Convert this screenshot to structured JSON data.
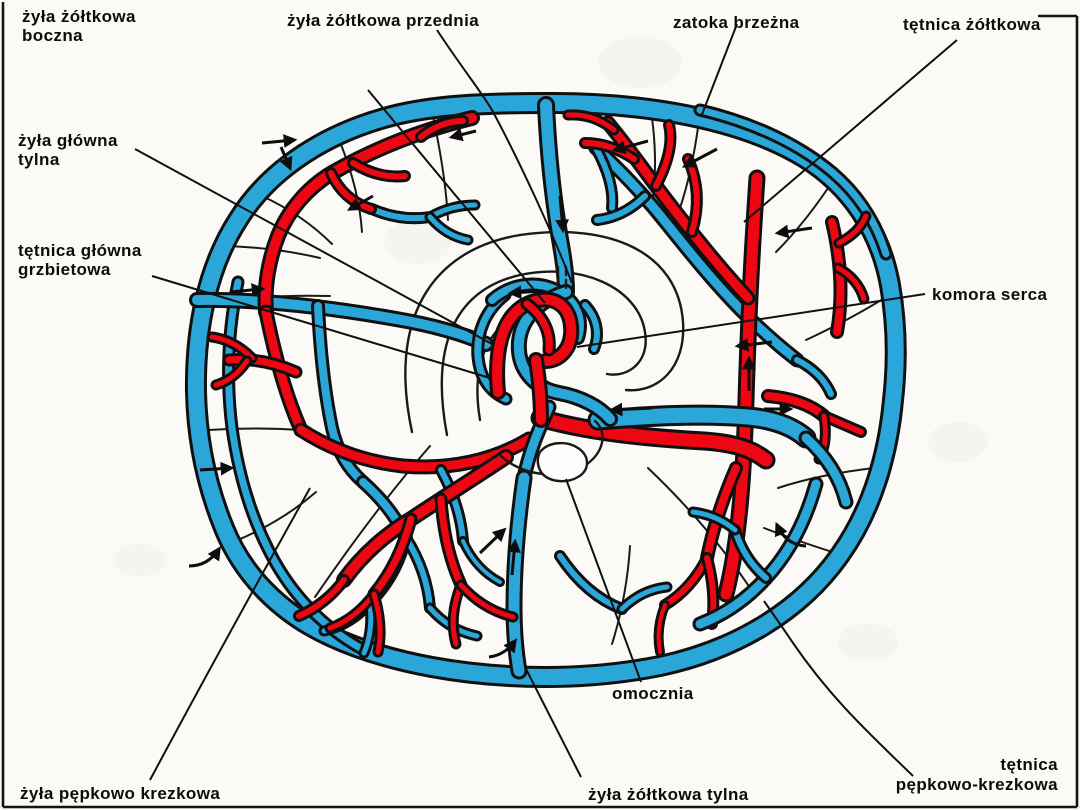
{
  "colors": {
    "artery_red": "#ee0712",
    "vein_blue": "#2aa7d8",
    "ink_black": "#101010",
    "background": "#fbfaf6"
  },
  "labels": {
    "zyla_zoltkowa_boczna_line1": "żyła żółtkowa",
    "zyla_zoltkowa_boczna_line2": "boczna",
    "zyla_zoltkowa_przednia": "żyła żółtkowa przednia",
    "zatoka_brzezna": "zatoka brzeżna",
    "tetnica_zoltkowa": "tętnica żółtkowa",
    "zyla_glowna_tylna_line1": "żyła główna",
    "zyla_glowna_tylna_line2": "tylna",
    "tetnica_glowna_grzbietowa_line1": "tętnica główna",
    "tetnica_glowna_grzbietowa_line2": "grzbietowa",
    "komora_serca": "komora serca",
    "omocznia": "omocznia",
    "zyla_pepkowo_krezkowa": "żyła pępkowo krezkowa",
    "zyla_zoltkowa_tylna": "żyła żółtkowa tylna",
    "tetnica_pepkowo_krezkowa_line1": "tętnica",
    "tetnica_pepkowo_krezkowa_line2": "pępkowo-krezkowa"
  }
}
